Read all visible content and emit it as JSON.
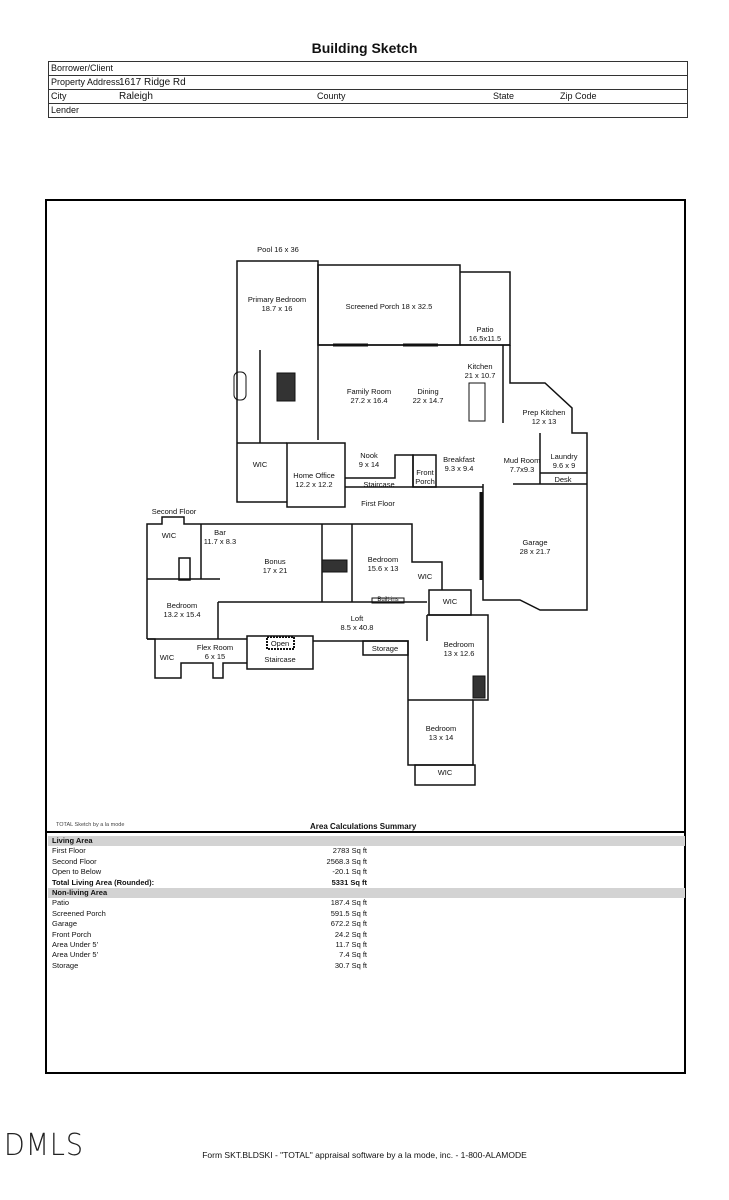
{
  "title": "Building Sketch",
  "header": {
    "borrower_label": "Borrower/Client",
    "borrower": "",
    "address_label": "Property Address",
    "address": "1617 Ridge Rd",
    "city_label": "City",
    "city": "Raleigh",
    "county_label": "County",
    "state_label": "State",
    "zip_label": "Zip Code",
    "lender_label": "Lender"
  },
  "plan": {
    "pool": "Pool 16 x 36",
    "first_floor": "First Floor",
    "second_floor": "Second Floor",
    "rooms": [
      {
        "name": "Primary Bedroom",
        "dims": "18.7 x 16"
      },
      {
        "name": "Screened Porch 18 x 32.5",
        "dims": ""
      },
      {
        "name": "Patio",
        "dims": "16.5x11.5"
      },
      {
        "name": "Kitchen",
        "dims": "21 x 10.7"
      },
      {
        "name": "Family Room",
        "dims": "27.2 x 16.4"
      },
      {
        "name": "Dining",
        "dims": "22 x 14.7"
      },
      {
        "name": "Prep Kitchen",
        "dims": "12 x 13"
      },
      {
        "name": "WIC",
        "dims": ""
      },
      {
        "name": "Home Office",
        "dims": "12.2 x 12.2"
      },
      {
        "name": "Nook",
        "dims": "9 x 14"
      },
      {
        "name": "Staircase",
        "dims": ""
      },
      {
        "name": "Front",
        "dims": "Porch"
      },
      {
        "name": "Breakfast",
        "dims": "9.3 x 9.4"
      },
      {
        "name": "Mud Room",
        "dims": "7.7x9.3"
      },
      {
        "name": "Laundry",
        "dims": "9.6 x 9"
      },
      {
        "name": "Desk",
        "dims": ""
      },
      {
        "name": "Garage",
        "dims": "28 x 21.7"
      },
      {
        "name": "WIC",
        "dims": ""
      },
      {
        "name": "Bar",
        "dims": "11.7 x 8.3"
      },
      {
        "name": "Bonus",
        "dims": "17 x 21"
      },
      {
        "name": "Bedroom",
        "dims": "15.6 x 13"
      },
      {
        "name": "WIC",
        "dims": ""
      },
      {
        "name": "Built-ins",
        "dims": ""
      },
      {
        "name": "WIC",
        "dims": ""
      },
      {
        "name": "Bedroom",
        "dims": "13.2 x 15.4"
      },
      {
        "name": "Loft",
        "dims": "8.5 x 40.8"
      },
      {
        "name": "Open",
        "dims": ""
      },
      {
        "name": "Staircase",
        "dims": ""
      },
      {
        "name": "Storage",
        "dims": ""
      },
      {
        "name": "Bedroom",
        "dims": "13 x 12.6"
      },
      {
        "name": "WIC",
        "dims": ""
      },
      {
        "name": "Flex Room",
        "dims": "6 x 15"
      },
      {
        "name": "Bedroom",
        "dims": "13 x 14"
      },
      {
        "name": "WIC",
        "dims": ""
      }
    ]
  },
  "credit": "TOTAL Sketch by a la mode",
  "summary": {
    "title": "Area Calculations Summary",
    "living_header": "Living Area",
    "living": [
      {
        "label": "First Floor",
        "value": "2783 Sq ft"
      },
      {
        "label": "Second Floor",
        "value": "2568.3 Sq ft"
      },
      {
        "label": "Open to Below",
        "value": "-20.1 Sq ft"
      }
    ],
    "total": {
      "label": "Total Living Area (Rounded):",
      "value": "5331 Sq ft"
    },
    "nonliving_header": "Non-living Area",
    "nonliving": [
      {
        "label": "Patio",
        "value": "187.4 Sq ft"
      },
      {
        "label": "Screened Porch",
        "value": "591.5 Sq ft"
      },
      {
        "label": "Garage",
        "value": "672.2 Sq ft"
      },
      {
        "label": "Front Porch",
        "value": "24.2 Sq ft"
      },
      {
        "label": "Area Under 5'",
        "value": "11.7 Sq ft"
      },
      {
        "label": "Area Under 5'",
        "value": "7.4 Sq ft"
      },
      {
        "label": "Storage",
        "value": "30.7 Sq ft"
      }
    ]
  },
  "logo": "DMLS",
  "footer": "Form SKT.BLDSKI - \"TOTAL\" appraisal software by a la mode, inc. - 1-800-ALAMODE"
}
